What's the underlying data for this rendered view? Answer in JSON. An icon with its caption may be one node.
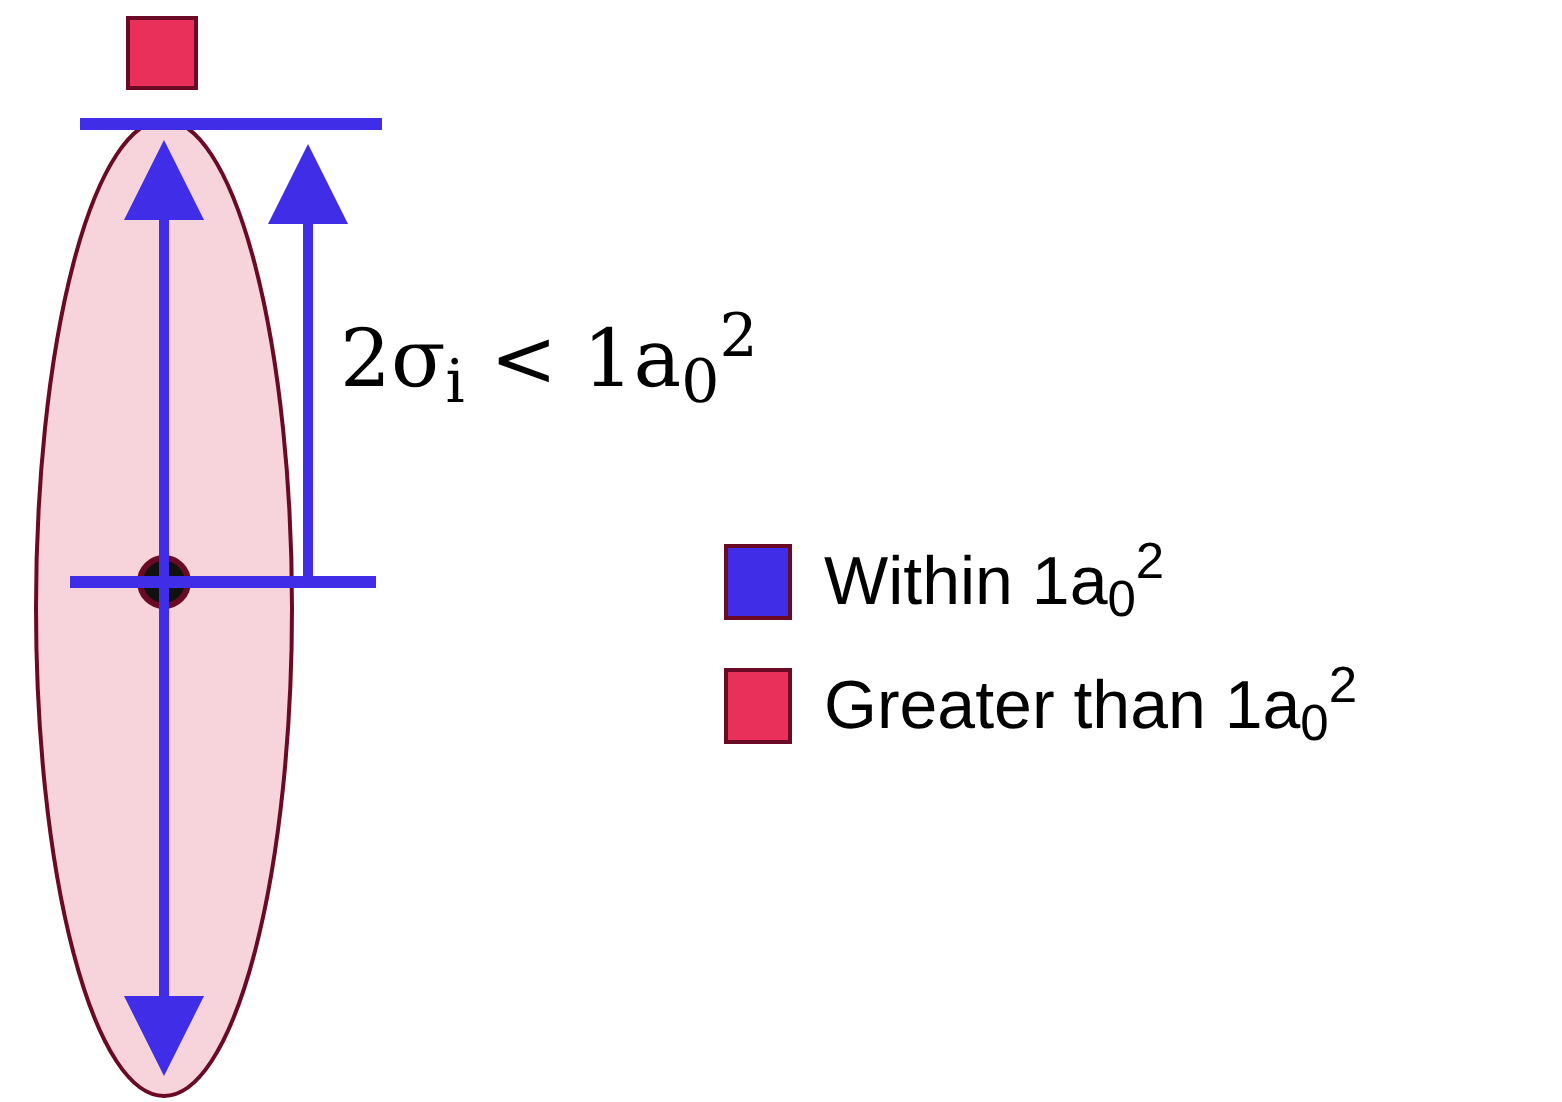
{
  "diagram": {
    "labels": [
      "2σ$_{i}$ < 1a$_{0}$$^{2}$"
    ],
    "legend": [
      {
        "text": "Within 1a$_{0}$$^{2}$",
        "color": "#3f2de8"
      },
      {
        "text": "Greater than 1a$_{0}$$^{2}$",
        "color": "#e8305a"
      }
    ]
  }
}
